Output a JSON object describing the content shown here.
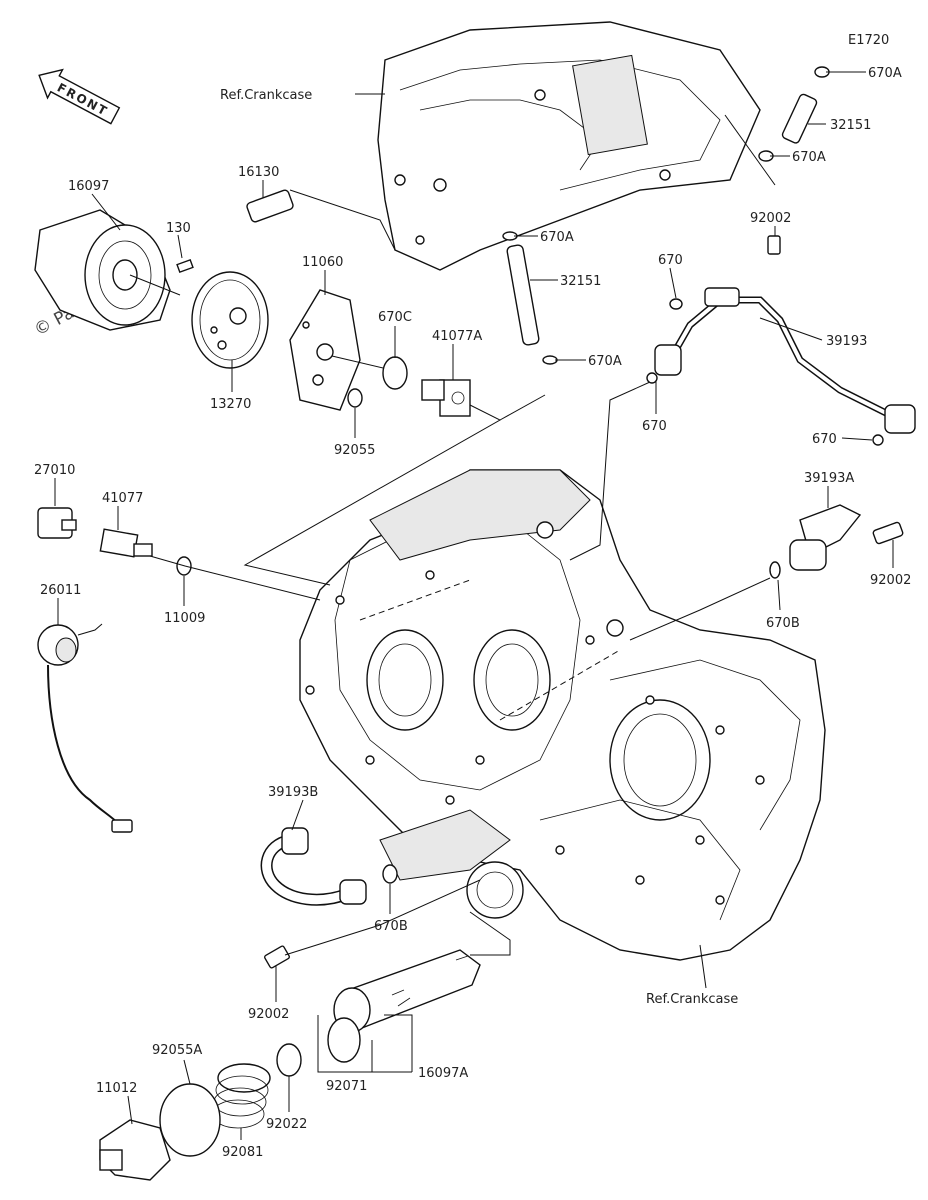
{
  "diagram_code": "E1720",
  "front_label": "FRONT",
  "watermark": "© Partzilla.com",
  "colors": {
    "line": "#111111",
    "fill": "#ffffff",
    "shade": "#e8e8e8",
    "text": "#222222"
  },
  "parts": [
    {
      "id": "ref-crankcase-top",
      "label": "Ref.Crankcase"
    },
    {
      "id": "p670a-1",
      "label": "670A"
    },
    {
      "id": "p32151-1",
      "label": "32151"
    },
    {
      "id": "p670a-2",
      "label": "670A"
    },
    {
      "id": "p16130",
      "label": "16130"
    },
    {
      "id": "p16097",
      "label": "16097"
    },
    {
      "id": "p130",
      "label": "130"
    },
    {
      "id": "p11060",
      "label": "11060"
    },
    {
      "id": "p670a-3",
      "label": "670A"
    },
    {
      "id": "p32151-2",
      "label": "32151"
    },
    {
      "id": "p670a-4",
      "label": "670A"
    },
    {
      "id": "p92002-1",
      "label": "92002"
    },
    {
      "id": "p670-1",
      "label": "670"
    },
    {
      "id": "p39193",
      "label": "39193"
    },
    {
      "id": "p670c",
      "label": "670C"
    },
    {
      "id": "p41077a",
      "label": "41077A"
    },
    {
      "id": "p13270",
      "label": "13270"
    },
    {
      "id": "p92055",
      "label": "92055"
    },
    {
      "id": "p670-2",
      "label": "670"
    },
    {
      "id": "p670-3",
      "label": "670"
    },
    {
      "id": "p27010",
      "label": "27010"
    },
    {
      "id": "p41077",
      "label": "41077"
    },
    {
      "id": "p39193a",
      "label": "39193A"
    },
    {
      "id": "p92002-2",
      "label": "92002"
    },
    {
      "id": "p11009",
      "label": "11009"
    },
    {
      "id": "p26011",
      "label": "26011"
    },
    {
      "id": "p670b-1",
      "label": "670B"
    },
    {
      "id": "p39193b",
      "label": "39193B"
    },
    {
      "id": "p670b-2",
      "label": "670B"
    },
    {
      "id": "p92002-3",
      "label": "92002"
    },
    {
      "id": "ref-crankcase-bottom",
      "label": "Ref.Crankcase"
    },
    {
      "id": "p92055a",
      "label": "92055A"
    },
    {
      "id": "p11012",
      "label": "11012"
    },
    {
      "id": "p92022",
      "label": "92022"
    },
    {
      "id": "p92071",
      "label": "92071"
    },
    {
      "id": "p16097a",
      "label": "16097A"
    },
    {
      "id": "p92081",
      "label": "92081"
    }
  ]
}
